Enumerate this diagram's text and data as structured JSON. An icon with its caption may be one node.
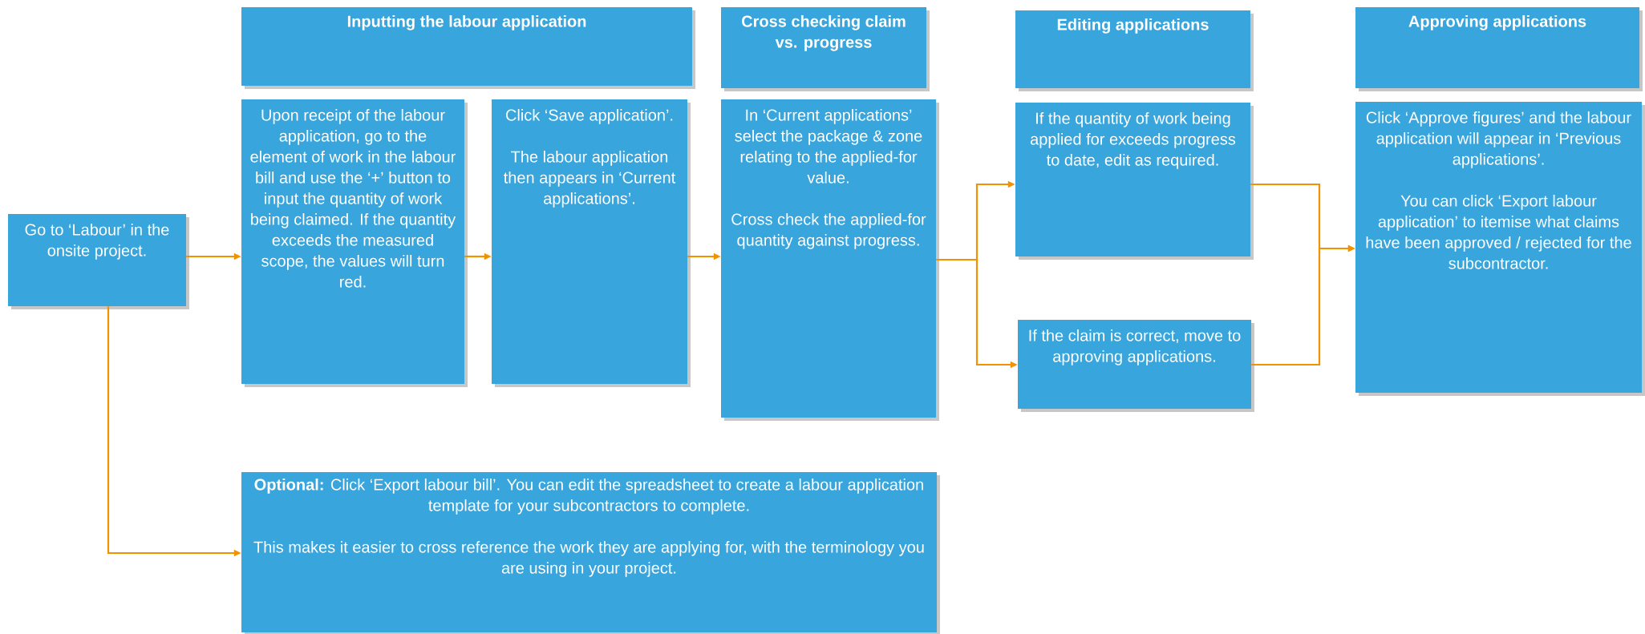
{
  "diagram": {
    "nodes": [
      {
        "text": [
          "Inputting  the labour application"
        ]
      },
      {
        "text": [
          "Cross checking claim vs. progress"
        ]
      },
      {
        "text": [
          "Editing applications"
        ]
      },
      {
        "text": [
          "Approving applications"
        ]
      },
      {
        "text": [
          "Go to ‘Labour’ in the onsite project."
        ]
      },
      {
        "text": [
          "Upon receipt of the labour application, go to the element of work in the labour bill and use the ‘+’ button to input the quantity of work being claimed. If the quantity exceeds the measured scope, the values will turn red."
        ]
      },
      {
        "text": [
          "Click ‘Save application’.",
          "The labour application then appears in ‘Current applications’."
        ]
      },
      {
        "text": [
          "In ‘Current applications’ select the package & zone relating to the applied-for value.",
          "Cross check the applied-for quantity against progress."
        ]
      },
      {
        "text": [
          "If the quantity of work being applied for exceeds progress to date, edit as required."
        ]
      },
      {
        "text": [
          "If the claim is correct, move to approving applications."
        ]
      },
      {
        "text": [
          "Click ‘Approve figures’ and the labour application will appear in ‘Previous applications’.",
          "You can click ‘Export labour application’ to itemise what claims have been approved / rejected for the subcontractor."
        ]
      },
      {
        "text": [
          "**Optional:** Click ‘Export labour bill’. You can edit the spreadsheet to create a labour application template for your subcontractors to complete.",
          "This makes it easier to cross reference the work they are applying for, with the terminology you are using in your project."
        ]
      }
    ],
    "edges": [
      {
        "from": 4,
        "to": 5,
        "arrow": "to"
      },
      {
        "from": 5,
        "to": 6,
        "arrow": "to"
      },
      {
        "from": 6,
        "to": 7,
        "arrow": "to"
      },
      {
        "from": 7,
        "to": 8,
        "arrow": "to"
      },
      {
        "from": 7,
        "to": 9,
        "arrow": "to"
      },
      {
        "from": 8,
        "to": 10,
        "arrow": "to"
      },
      {
        "from": 9,
        "to": 10,
        "arrow": "to"
      },
      {
        "from": 4,
        "to": 11,
        "arrow": "to"
      }
    ]
  }
}
